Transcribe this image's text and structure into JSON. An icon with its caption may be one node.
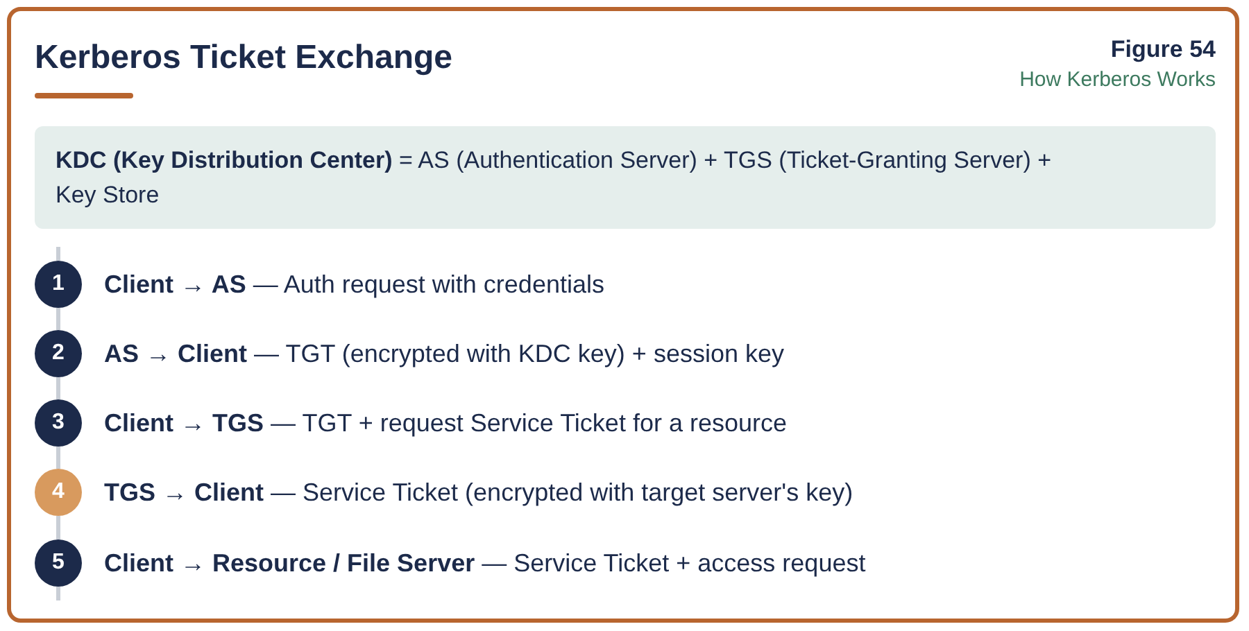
{
  "diagram": {
    "title": "Kerberos Ticket Exchange",
    "nodes": [
      {
        "text": [
          "**KDC (Key Distribution Center)** = AS (Authentication Server) + TGS (Ticket-Granting Server) + Key Store"
        ]
      },
      {
        "text": [
          "1"
        ],
        "beside": [
          "**Client → AS** — Auth request with credentials"
        ]
      },
      {
        "text": [
          "2"
        ],
        "beside": [
          "**AS → Client** — TGT (encrypted with KDC key) + session key"
        ]
      },
      {
        "text": [
          "3"
        ],
        "beside": [
          "**Client → TGS** — TGT + request Service Ticket for a resource"
        ]
      },
      {
        "text": [
          "4"
        ],
        "beside": [
          "**TGS → Client** — Service Ticket (encrypted with target server's key)"
        ]
      },
      {
        "text": [
          "5"
        ],
        "beside": [
          "**Client → Resource / File Server** — Service Ticket + access request"
        ]
      }
    ],
    "edges": [
      {
        "from": null,
        "to": 1,
        "arrow": "none"
      },
      {
        "from": 1,
        "to": 2,
        "arrow": "none"
      },
      {
        "from": 2,
        "to": 3,
        "arrow": "none"
      },
      {
        "from": 3,
        "to": 4,
        "arrow": "none"
      },
      {
        "from": 4,
        "to": 5,
        "arrow": "none"
      },
      {
        "from": 5,
        "to": null,
        "arrow": "none"
      }
    ],
    "labels": [
      "Figure 54",
      "How Kerberos Works"
    ]
  }
}
